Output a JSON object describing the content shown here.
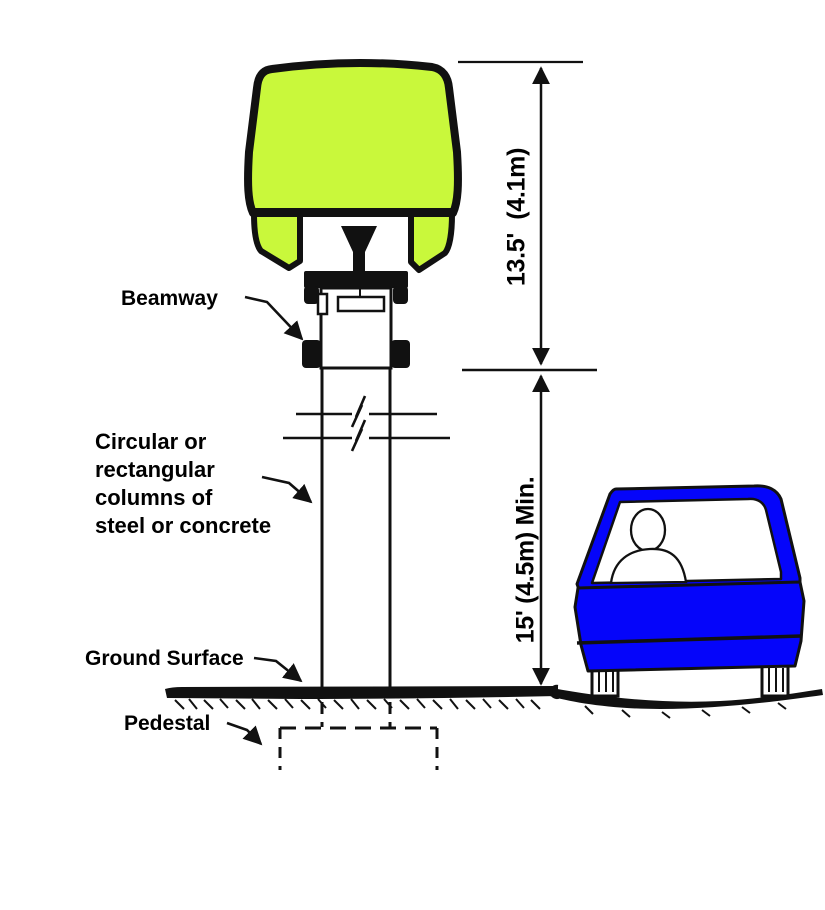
{
  "diagram": {
    "labels": {
      "beamway": "Beamway",
      "column": {
        "lines": [
          "Circular or",
          "rectangular",
          "columns of",
          "steel or concrete"
        ]
      },
      "ground_surface": "Ground Surface",
      "pedestal": "Pedestal"
    },
    "dimensions": {
      "upper": "13.5'  (4.1m)",
      "lower": "15' (4.5m) Min."
    },
    "colors": {
      "vehicle_green": "#c9f83b",
      "car_blue": "#0505fa",
      "ink": "#111111"
    }
  }
}
